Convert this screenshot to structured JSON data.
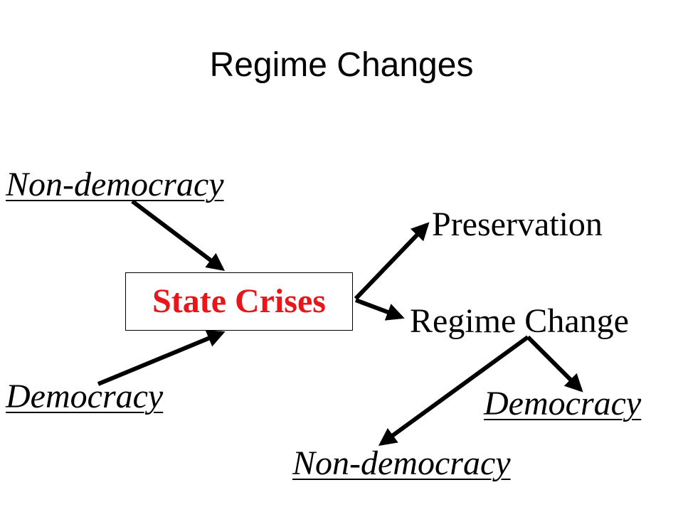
{
  "title": "Regime Changes",
  "nodes": {
    "non_democracy_top": "Non-democracy",
    "democracy_left": "Democracy",
    "state_crises": "State Crises",
    "preservation": "Preservation",
    "regime_change": "Regime Change",
    "democracy_right": "Democracy",
    "non_democracy_bottom": "Non-democracy"
  },
  "colors": {
    "highlight": "#e8161b",
    "text": "#000000"
  }
}
